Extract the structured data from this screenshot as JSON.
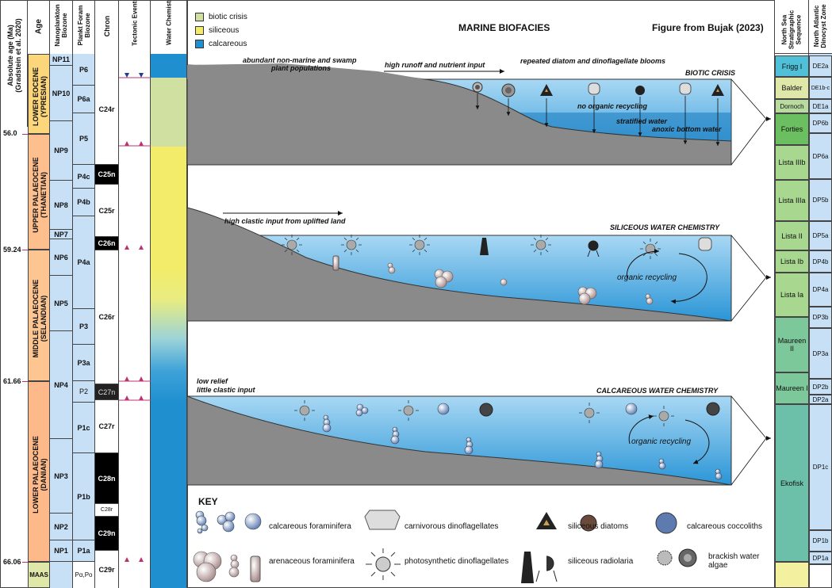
{
  "columns": {
    "absolute_age": "Absolute age (Ma)",
    "absolute_age_source": "(Gradstein et al. 2020)",
    "age": "Age",
    "nanno": "Nanoplankton Biozone",
    "foram": "Plankt Foram Biozone",
    "chron": "Chron",
    "tectonic": "Tectonic Events",
    "water": "Water Chemistr",
    "north_sea": "North Sea Stratigraphic Sequence",
    "dinocyst": "North Atlantic Dinocyst Zone"
  },
  "age_ticks": [
    "56.0",
    "59.24",
    "61.66",
    "66.06"
  ],
  "ages": [
    {
      "name": "LOWER EOCENE",
      "sub": "(YPRESIAN)",
      "color": "#fbd67a"
    },
    {
      "name": "UPPER PALAEOCENE",
      "sub": "(THANETIAN)",
      "color": "#fdbf8e"
    },
    {
      "name": "MIDDLE PALAEOCENE",
      "sub": "(SELANDIAN)",
      "color": "#fdc592"
    },
    {
      "name": "LOWER PALAEOCENE",
      "sub": "(DANIAN)",
      "color": "#fdb98a"
    },
    {
      "name": "MAAS",
      "sub": "",
      "color": "#dfe8a8"
    }
  ],
  "nanno": [
    "NP11",
    "NP10",
    "NP9",
    "NP8",
    "NP7",
    "NP6",
    "NP5",
    "NP4",
    "NP3",
    "NP2",
    "NP1"
  ],
  "foram": [
    "P6",
    "P6a",
    "P5",
    "P4c",
    "P4b",
    "P4a",
    "P3",
    "P3a",
    "P2",
    "P1c",
    "P1b",
    "P1a",
    "Pα,Po"
  ],
  "chron": [
    "C24r",
    "C25n",
    "C25r",
    "C26n",
    "C26r",
    "C27n",
    "C27r",
    "C28n",
    "C28r",
    "C29n",
    "C29r"
  ],
  "legend": [
    {
      "label": "biotic crisis",
      "color": "#cfe0a0"
    },
    {
      "label": "siliceous",
      "color": "#f3ec6a"
    },
    {
      "label": "calcareous",
      "color": "#1f8fd0"
    }
  ],
  "main_title": "MARINE BIOFACIES",
  "credit": "Figure from Bujak (2023)",
  "panel1": {
    "note1": "abundant non-marine and swamp",
    "note2": "plant populations",
    "note3": "high runoff and nutrient input",
    "note4": "repeated diatom and dinoflagellate blooms",
    "title": "BIOTIC CRISIS",
    "label1": "no organic recycling",
    "label2": "stratified water",
    "label3": "anoxic bottom water"
  },
  "panel2": {
    "note1": "high clastic input from uplifted land",
    "title": "SILICEOUS WATER CHEMISTRY",
    "label1": "organic recycling"
  },
  "panel3": {
    "note1": "low relief",
    "note2": "little clastic input",
    "title": "CALCAREOUS WATER CHEMISTRY",
    "label1": "organic recycling"
  },
  "key": {
    "title": "KEY",
    "items": [
      "calcareous foraminifera",
      "carnivorous dinoflagellates",
      "siliceous diatoms",
      "calcareous coccoliths",
      "arenaceous foraminifera",
      "photosynthetic dinoflagellates",
      "siliceous radiolaria",
      "brackish water algae"
    ]
  },
  "north_sea": [
    "Frigg I",
    "Balder",
    "Dornoch",
    "Forties",
    "Lista IIIb",
    "Lista IIIa",
    "Lista II",
    "Lista Ib",
    "Lista Ia",
    "Maureen II",
    "Maureen I",
    "Ekofisk"
  ],
  "dinocyst": [
    "DE2a",
    "DE1b-c",
    "DE1a",
    "DP6b",
    "DP6a",
    "DP5b",
    "DP5a",
    "DP4b",
    "DP4a",
    "DP3b",
    "DP3a",
    "DP2b",
    "DP2a",
    "DP1c",
    "DP1b",
    "DP1a"
  ]
}
